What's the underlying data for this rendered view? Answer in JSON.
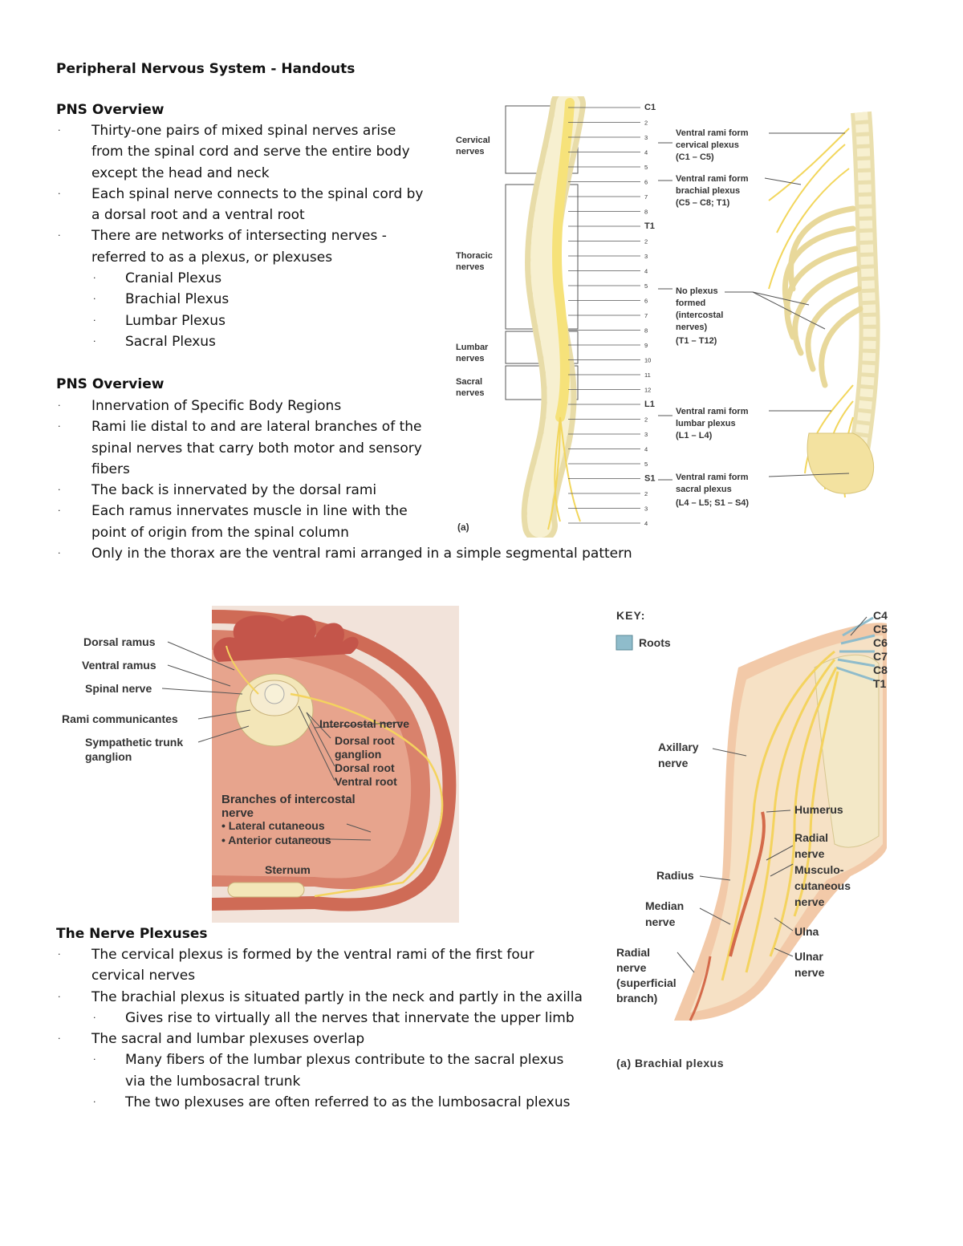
{
  "title": "Peripheral Nervous System - Handouts",
  "sections": [
    {
      "heading": "PNS Overview",
      "items": [
        {
          "level": 1,
          "text": "Thirty-one pairs of mixed spinal nerves arise"
        },
        {
          "level": 1,
          "text": "from the spinal cord and serve the entire body",
          "cont": true
        },
        {
          "level": 1,
          "text": "except the head and neck",
          "cont": true
        },
        {
          "level": 1,
          "text": "Each spinal nerve connects to the spinal cord by"
        },
        {
          "level": 1,
          "text": "a dorsal root and a ventral root",
          "cont": true
        },
        {
          "level": 1,
          "text": "There are networks of intersecting nerves  -"
        },
        {
          "level": 1,
          "text": "referred to as a plexus, or plexuses",
          "cont": true
        },
        {
          "level": 2,
          "text": "Cranial Plexus"
        },
        {
          "level": 2,
          "text": "Brachial Plexus"
        },
        {
          "level": 2,
          "text": "Lumbar Plexus"
        },
        {
          "level": 2,
          "text": "Sacral Plexus"
        }
      ]
    },
    {
      "heading": "PNS Overview",
      "items": [
        {
          "level": 1,
          "text": "Innervation of Specific Body Regions"
        },
        {
          "level": 1,
          "text": "Rami lie distal to and are lateral branches of the"
        },
        {
          "level": 1,
          "text": "spinal nerves that carry both motor and sensory",
          "cont": true
        },
        {
          "level": 1,
          "text": "fibers",
          "cont": true
        },
        {
          "level": 1,
          "text": "The back is innervated by the dorsal rami"
        },
        {
          "level": 1,
          "text": "Each ramus innervates muscle in line with the"
        },
        {
          "level": 1,
          "text": "point of origin from the spinal column",
          "cont": true
        },
        {
          "level": 1,
          "text": "Only in the thorax are the ventral rami arranged in a simple segmental pattern"
        }
      ]
    },
    {
      "heading": "The Nerve Plexuses",
      "items": [
        {
          "level": 1,
          "text": "The cervical plexus is formed by the ventral rami of the first four"
        },
        {
          "level": 1,
          "text": "cervical nerves",
          "cont": true
        },
        {
          "level": 1,
          "text": "The brachial plexus is situated partly in the neck and partly in the axilla"
        },
        {
          "level": 2,
          "text": "Gives rise to virtually all the nerves that innervate the upper limb"
        },
        {
          "level": 1,
          "text": "The sacral and lumbar plexuses overlap"
        },
        {
          "level": 2,
          "text": "Many fibers of the lumbar plexus contribute to the sacral plexus"
        },
        {
          "level": 2,
          "text": "via the lumbosacral trunk",
          "cont": true
        },
        {
          "level": 2,
          "text": "The two plexuses are often referred to as the lumbosacral plexus"
        }
      ]
    }
  ],
  "figures": {
    "spinal": {
      "regions": [
        "Cervical",
        "nerves",
        "Thoracic",
        "nerves",
        "Lumbar",
        "nerves",
        "Sacral",
        "nerves"
      ],
      "segments": [
        "C1",
        "2",
        "3",
        "4",
        "5",
        "6",
        "7",
        "8",
        "T1",
        "2",
        "3",
        "4",
        "5",
        "6",
        "7",
        "8",
        "9",
        "10",
        "11",
        "12",
        "L1",
        "2",
        "3",
        "4",
        "5",
        "S1",
        "2",
        "3",
        "4"
      ],
      "annotations": [
        [
          "Ventral rami form",
          "cervical plexus",
          "(C1 – C5)"
        ],
        [
          "Ventral rami form",
          "brachial plexus",
          "(C5 – C8; T1)"
        ],
        [
          "No plexus",
          "formed",
          "(intercostal",
          "nerves)",
          "(T1 – T12)"
        ],
        [
          "Ventral rami form",
          "lumbar plexus",
          "(L1 – L4)"
        ],
        [
          "Ventral rami form",
          "sacral plexus",
          "(L4 – L5; S1 – S4)"
        ]
      ],
      "panel_label": "(a)"
    },
    "cross_section": {
      "labels": [
        "Dorsal ramus",
        "Ventral ramus",
        "Spinal nerve",
        "Rami communicantes",
        "Sympathetic trunk",
        "ganglion"
      ],
      "inner_labels": [
        "Intercostal nerve",
        "Dorsal root",
        "ganglion",
        "Dorsal root",
        "Ventral root"
      ],
      "branches_title": [
        "Branches of intercostal",
        "nerve"
      ],
      "branches": [
        "• Lateral cutaneous",
        "• Anterior cutaneous"
      ],
      "sternum": "Sternum"
    },
    "brachial": {
      "key_title": "KEY:",
      "key_item": "Roots",
      "key_color": "#8fbccb",
      "roots": [
        "C4",
        "C5",
        "C6",
        "C7",
        "C8",
        "T1"
      ],
      "left_labels": [
        [
          "Axillary",
          "nerve"
        ],
        [
          "Radius"
        ],
        [
          "Median",
          "nerve"
        ],
        [
          "Radial",
          "nerve",
          "(superficial",
          "branch)"
        ]
      ],
      "right_labels": [
        [
          "Humerus"
        ],
        [
          "Radial",
          "nerve"
        ],
        [
          "Musculo-",
          "cutaneous",
          "nerve"
        ],
        [
          "Ulna"
        ],
        [
          "Ulnar",
          "nerve"
        ]
      ],
      "caption": "(a) Brachial plexus"
    }
  },
  "colors": {
    "nerve": "#f4d35e",
    "bone": "#f3e6b8",
    "muscle": "#c96a5a",
    "skin": "#eab39d",
    "roots": "#8fbccb"
  }
}
